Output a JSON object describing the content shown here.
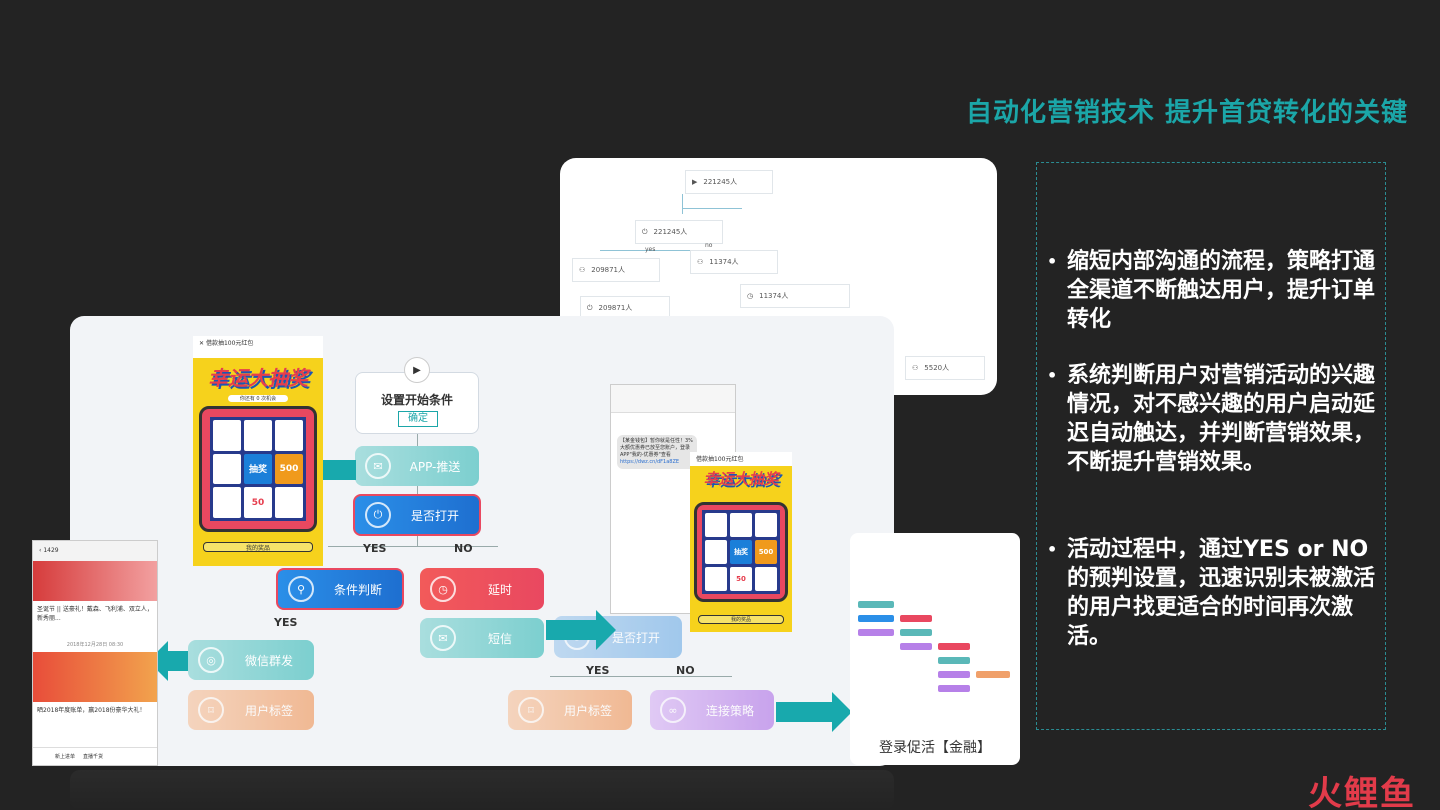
{
  "title": "自动化营销技术 提升首贷转化的关键",
  "bullets": [
    "缩短内部沟通的流程，策略打通全渠道不断触达用户，提升订单转化",
    "系统判断用户对营销活动的兴趣情况，对不感兴趣的用户启动延迟自动触达，并判断营销效果，不断提升营销效果。",
    "活动过程中，通过YES or NO的预判设置，迅速识别未被激活的用户找更适合的时间再次激活。"
  ],
  "tree": {
    "n1": "221245人",
    "n2": "221245人",
    "n3": "209871人",
    "n4": "11374人",
    "n5": "11374人",
    "n6": "209871人",
    "n7": "5520人",
    "yes": "yes",
    "no": "no"
  },
  "flow": {
    "start_title": "设置开始条件",
    "confirm": "确定",
    "app_push": "APP-推送",
    "opened": "是否打开",
    "condition": "条件判断",
    "delay": "延时",
    "wechat_group": "微信群发",
    "user_tag": "用户标签",
    "sms": "短信",
    "opened2": "是否打开",
    "user_tag2": "用户标签",
    "link_strategy": "连接策略",
    "yes": "YES",
    "no": "NO"
  },
  "lottery": {
    "header": "借款抽100元红包",
    "big": "幸运大抽奖",
    "sub": "你还有 0 次机会",
    "cells": [
      "",
      "",
      "",
      "",
      "抽奖",
      "500",
      "",
      "50",
      ""
    ],
    "btn": "我的奖品"
  },
  "sms_phone": {
    "sms_text": "【某金钱包】暂你就是任性！3%大额优惠券已放至您账户，登录APP\"我的-优惠券\"查看",
    "link": "https://dwz.cn/dF1a8ZE"
  },
  "news_phone": {
    "count": "1429",
    "item1": "圣诞节 || 送豪礼！戴森、飞利浦、双立人，新秀丽...",
    "date": "2018年12月28日 08:30",
    "item2": "晒2018年度账单，赢2018份豪华大礼！",
    "menu1": "新上进单",
    "menu2": "直播千货"
  },
  "login_caption": "登录促活【金融】",
  "logo": "火鲤鱼",
  "colors": {
    "teal": "#1ba6a8",
    "red": "#e94860",
    "blue": "#2b8fe8",
    "purple": "#b680e8",
    "orange": "#f0a06a"
  }
}
